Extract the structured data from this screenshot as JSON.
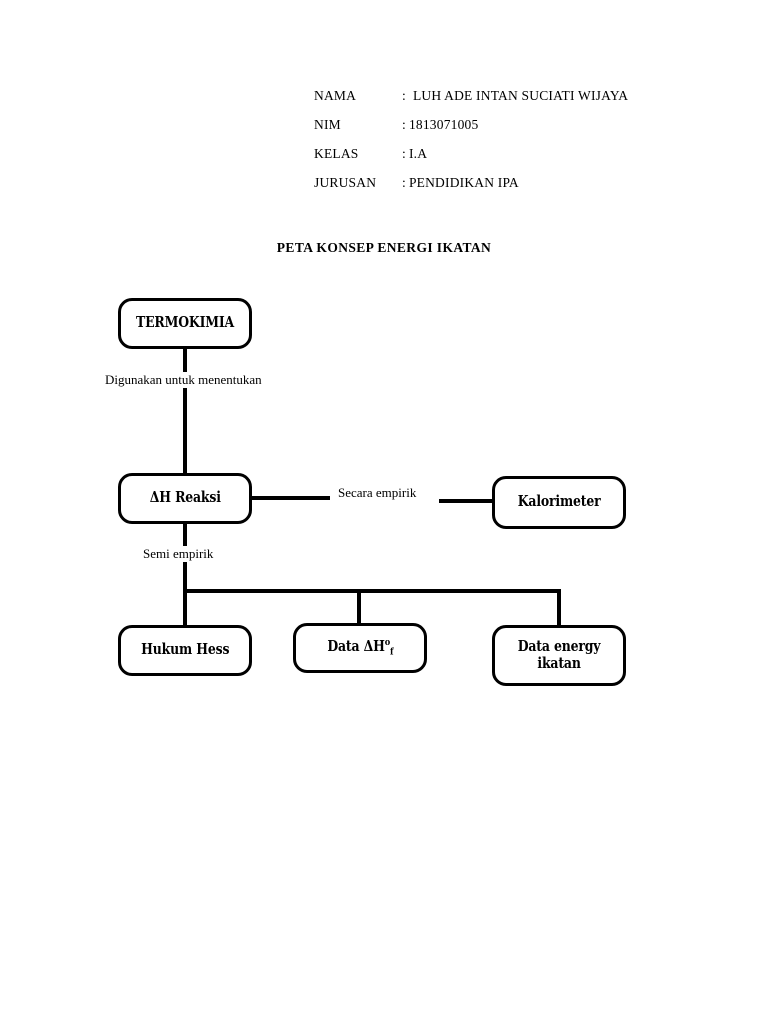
{
  "identity": {
    "rows": [
      {
        "label": "NAMA",
        "separator": ":",
        "value": "LUH ADE INTAN SUCIATI WIJAYA"
      },
      {
        "label": "NIM",
        "separator": ":",
        "value": "1813071005"
      },
      {
        "label": "KELAS",
        "separator": ":",
        "value": "I.A"
      },
      {
        "label": "JURUSAN",
        "separator": ":",
        "value": "PENDIDIKAN IPA"
      }
    ]
  },
  "title": "PETA KONSEP ENERGI IKATAN",
  "diagram": {
    "nodes": {
      "termokimia": "TERMOKIMIA",
      "dh_reaksi": "ΔH Reaksi",
      "kalorimeter": "Kalorimeter",
      "hukum_hess": "Hukum Hess",
      "data_dhf_prefix": "Data ΔH",
      "data_dhf_super": "o",
      "data_dhf_sub": "f",
      "data_energy": "Data energy\nikatan"
    },
    "edge_labels": {
      "digunakan": "Digunakan untuk menentukan",
      "semi_empirik": "Semi empirik",
      "secara_empirik": "Secara empirik"
    },
    "colors": {
      "line": "#000000",
      "box_fill": "#ffffff",
      "text": "#000000",
      "page_background": "#ffffff"
    }
  }
}
